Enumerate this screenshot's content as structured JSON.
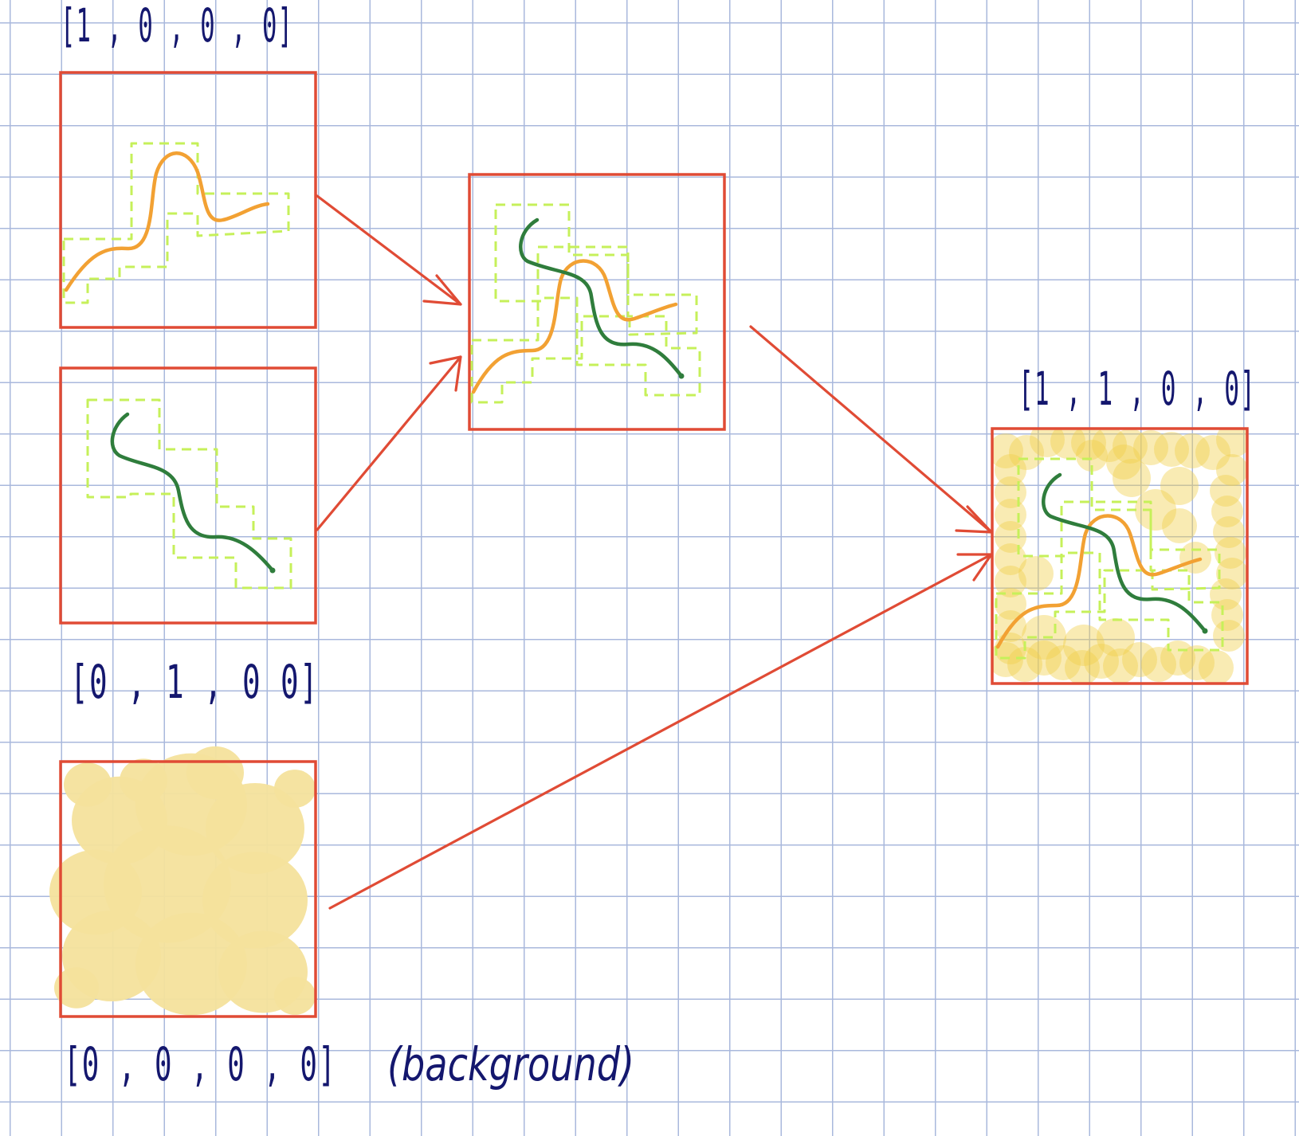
{
  "labels": {
    "panel_a": "[1 , 0 , 0 , 0]",
    "panel_b": "[0 , 1 , 0   0]",
    "panel_bg": "[0 , 0 , 0 , 0]",
    "panel_bg_note": "(background)",
    "panel_result": "[1 , 1 , 0 , 0]"
  },
  "colors": {
    "frame": "#e04b35",
    "arrow": "#e04b35",
    "label": "#14176e",
    "region_outline": "#c6f05a",
    "orange_curve": "#f2a133",
    "green_curve": "#2f7d3c",
    "background_fill": "#f4e19c",
    "background_blob": "#f0cf4a",
    "grid": "#a9b8dc"
  }
}
